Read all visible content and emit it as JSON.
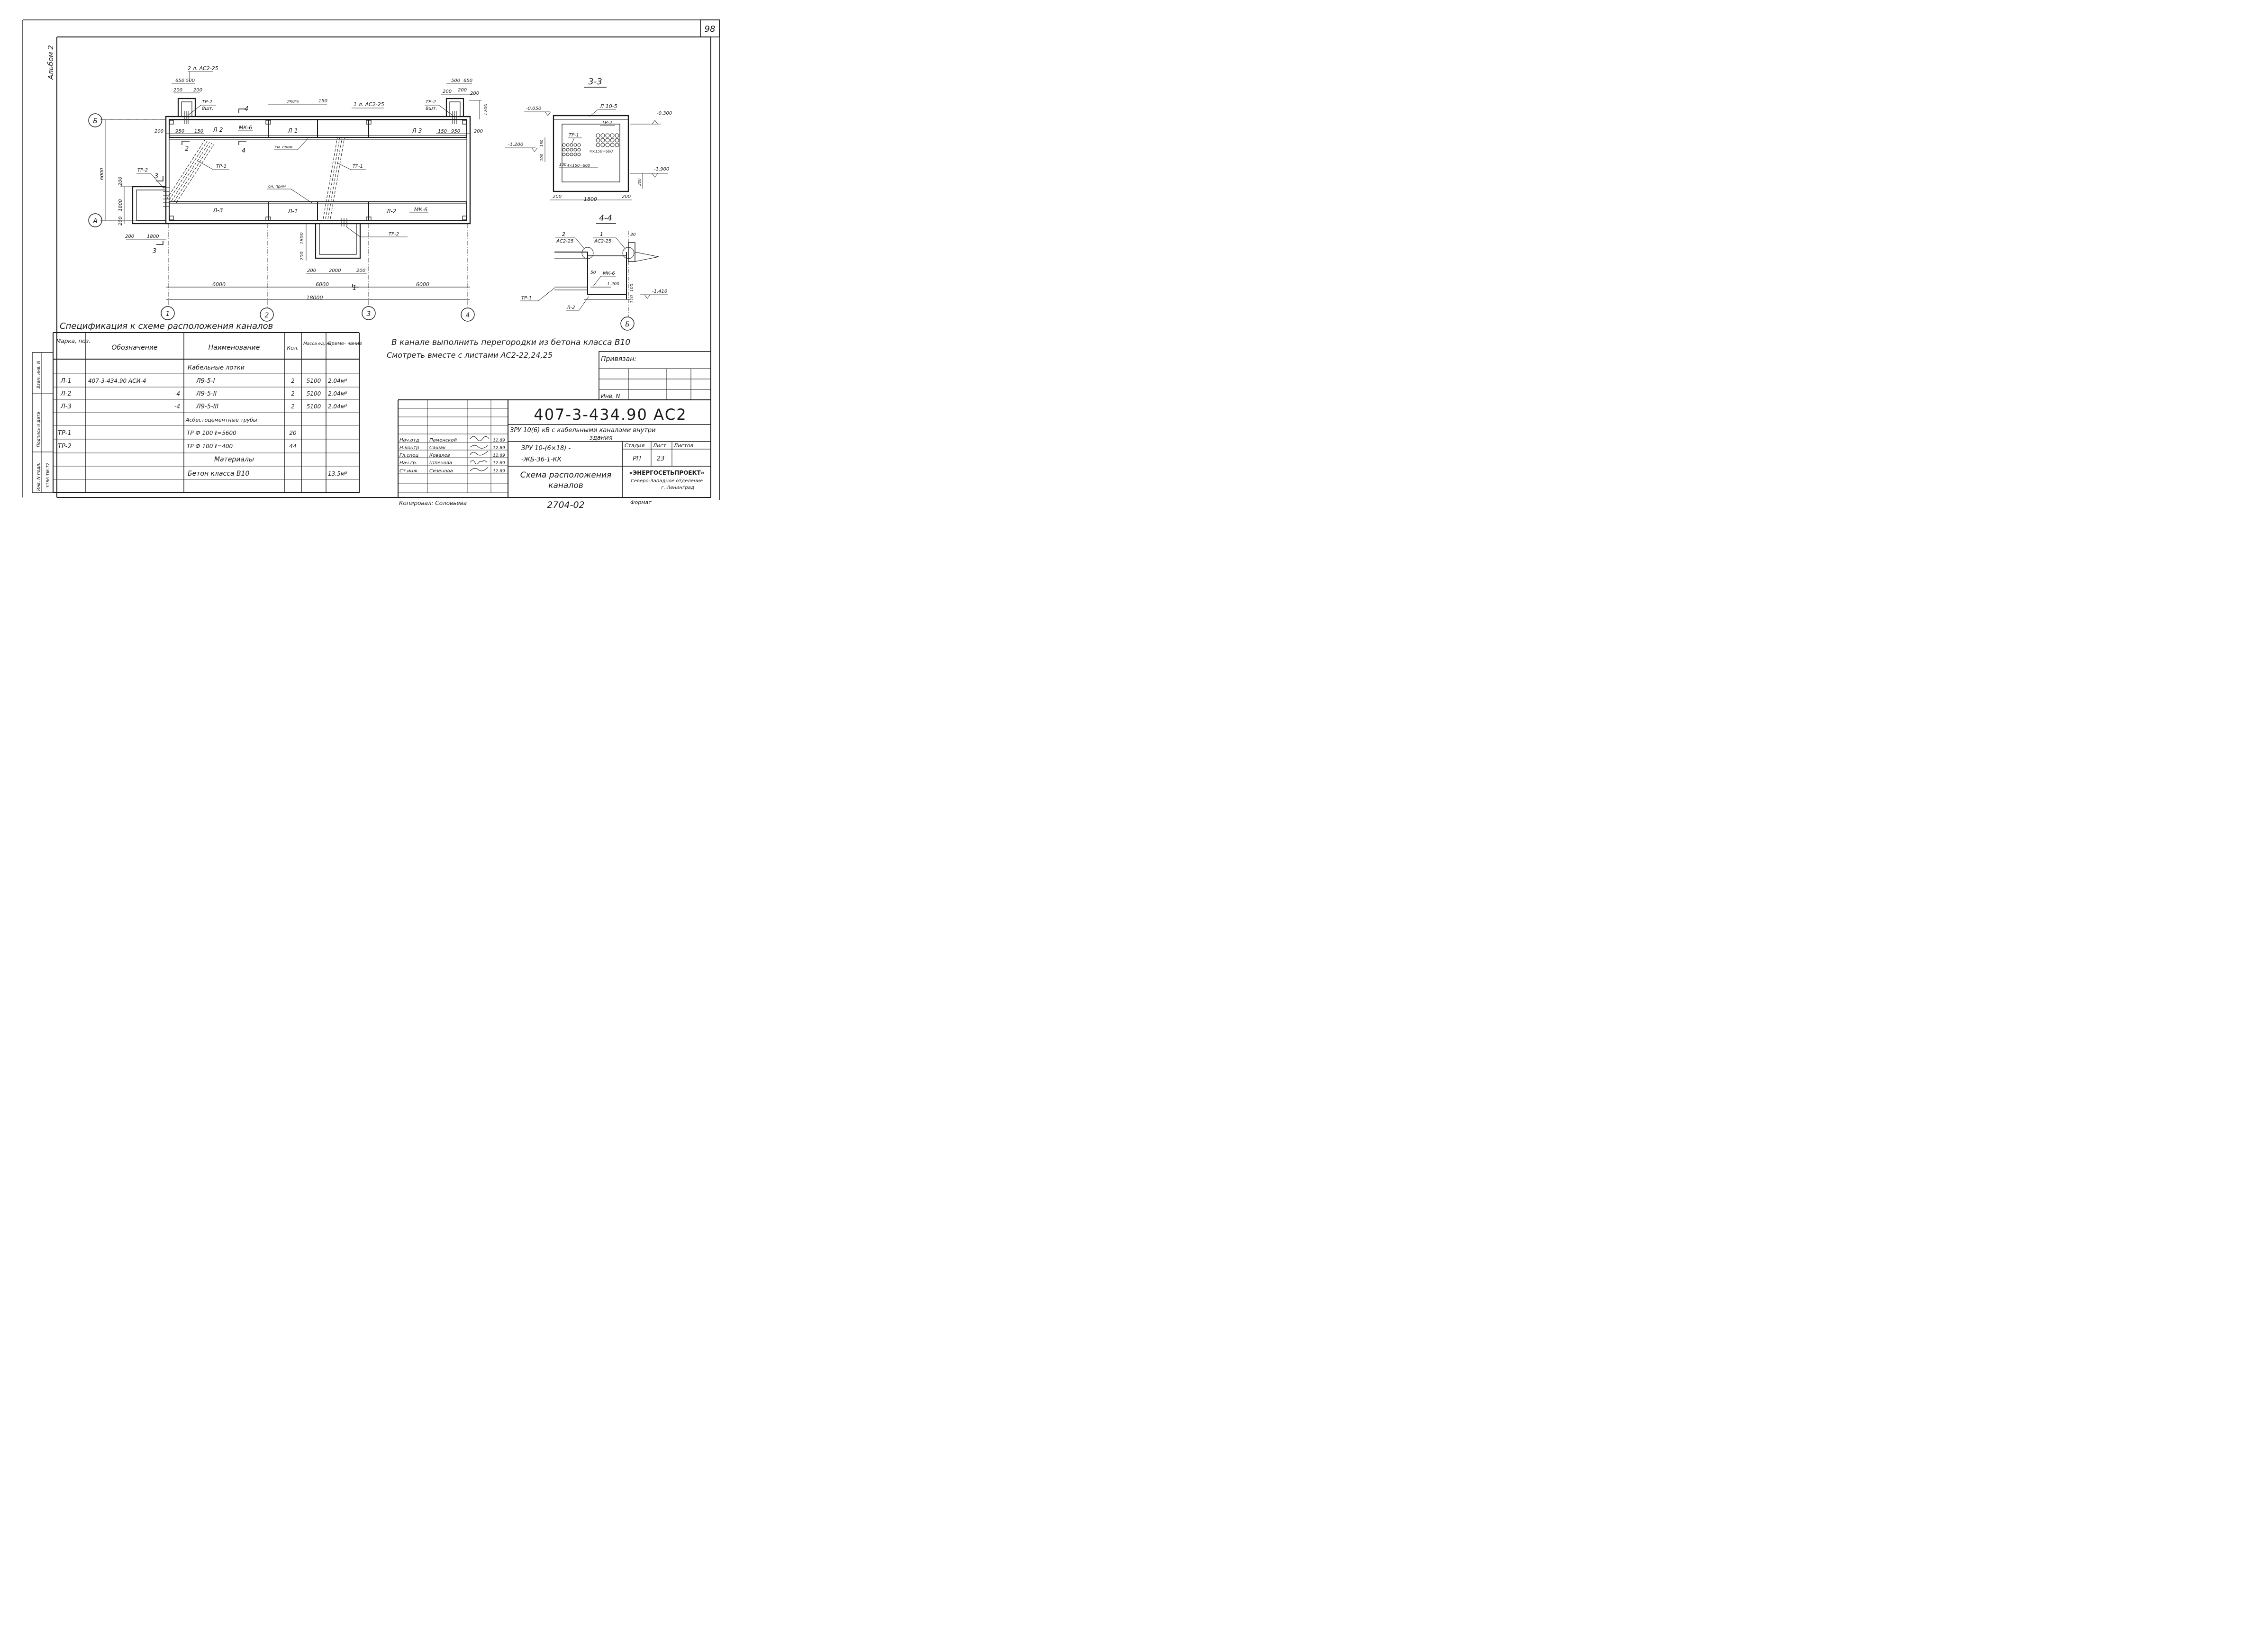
{
  "sheet_number": "98",
  "album_label": "Альбом 2",
  "plan": {
    "axis_letters": [
      "Б",
      "А"
    ],
    "axis_numbers": [
      "1",
      "2",
      "3",
      "4"
    ],
    "callouts": {
      "rebar_left": "2 л. АС2-25",
      "rebar_right": "1 л. АС2-25",
      "tr2_left": "ТР-2",
      "tr2_left_qty": "8шт.",
      "tr2_right": "ТР-2",
      "tr2_right_qty": "8шт.",
      "tr2_west": "ТР-2",
      "tr2_south": "ТР-2",
      "tr1_left": "ТР-1",
      "tr1_right": "ТР-1",
      "see_note_1": "см. прим",
      "see_note_2": "см. прим"
    },
    "sections": {
      "s2_top": "2",
      "s2_bottom": "2",
      "s4_top": "4",
      "s4_bottom": "4",
      "s3_top": "3",
      "s3_bottom": "3",
      "s1_bottom": "1"
    },
    "slabs_top": [
      "Л-2",
      "МК-6",
      "Л-1",
      "Л-3"
    ],
    "slabs_bottom": [
      "Л-3",
      "Л-1",
      "Л-2",
      "МК-6"
    ],
    "dims": {
      "d650a": "650",
      "d500a": "500",
      "d200a": "200",
      "d200b": "200",
      "d500b": "500",
      "d650b": "650",
      "d200c": "200",
      "d200d": "200",
      "d200e": "200",
      "d2925": "2925",
      "d150a": "150",
      "d1200": "1200",
      "d200f": "200",
      "d950a": "950",
      "d150b": "150",
      "d150c": "150",
      "d950b": "950",
      "d200g": "200",
      "d6000v": "6000",
      "d200h": "200",
      "d1800v": "1800",
      "d200i": "200",
      "d200j": "200",
      "d1800h": "1800",
      "d1800s": "1800",
      "d200k": "200",
      "d200l": "200",
      "d2000": "2000",
      "d200m": "200",
      "d6000a": "6000",
      "d6000b": "6000",
      "d6000c": "6000",
      "d18000": "18000"
    }
  },
  "section_3_3": {
    "title": "3-3",
    "slab": "Л 10-5",
    "lvl_top": "-0.050",
    "lvl_right": "-0.300",
    "lvl_mid": "-1.200",
    "lvl_bot": "-1.900",
    "tr1": "ТР-1",
    "tr2": "ТР-2",
    "pitch_right": "4×150=600",
    "pitch_bottom": "4×150=600",
    "d100": "100",
    "d150": "150",
    "d100b": "100",
    "d300": "300",
    "d200a": "200",
    "d1800": "1800",
    "d200b": "200"
  },
  "section_4_4": {
    "title": "4-4",
    "ref2_num": "2",
    "ref2_sheet": "АС2-25",
    "ref1_num": "1",
    "ref1_sheet": "АС2-25",
    "d30": "30",
    "d50": "50",
    "mk6": "МК-6",
    "lvl1": "-1.200",
    "d100": "100",
    "lvl2": "-1.410",
    "d110": "110",
    "tr1": "ТР-1",
    "l2": "Л-2",
    "axis": "Б"
  },
  "notes": {
    "line1": "В канале выполнить перегородки из бетона класса В10",
    "line2": "Смотреть вместе с листами АС2-22,24,25"
  },
  "spec": {
    "title": "Спецификация к схеме расположения каналов",
    "headers": [
      "Марка, поз.",
      "Обозначение",
      "Наименование",
      "Кол.",
      "Масса ед, кг",
      "Приме- чание"
    ],
    "rows": [
      [
        "",
        "",
        "Кабельные лотки",
        "",
        "",
        ""
      ],
      [
        "Л-1",
        "407-3-434.90 АСИ-4",
        "Л9-5-I",
        "2",
        "5100",
        "2.04м³"
      ],
      [
        "Л-2",
        "-4",
        "Л9-5-II",
        "2",
        "5100",
        "2.04м³"
      ],
      [
        "Л-3",
        "-4",
        "Л9-5-III",
        "2",
        "5100",
        "2.04м³"
      ],
      [
        "",
        "",
        "Асбестоцементные трубы",
        "",
        "",
        ""
      ],
      [
        "ТР-1",
        "",
        "ТР Ф 100 ℓ=5600",
        "20",
        "",
        ""
      ],
      [
        "ТР-2",
        "",
        "ТР Ф 100 ℓ=400",
        "44",
        "",
        ""
      ],
      [
        "",
        "",
        "Материалы",
        "",
        "",
        ""
      ],
      [
        "",
        "",
        "Бетон класса В10",
        "",
        "",
        "13.5м³"
      ]
    ]
  },
  "side_stamp": {
    "inv_orig": "Инв. N подл.",
    "sign_date": "Подпись и дата",
    "repl_inv": "Взам. инв. N",
    "code": "3186 ТМ-Т2"
  },
  "privyazan": {
    "label": "Привязан:",
    "inv": "Инв. N"
  },
  "title_block": {
    "designation": "407-3-434.90 АС2",
    "project_line1": "ЗРУ 10(6) кВ с кабельными каналами внутри",
    "project_line2": "здания",
    "variant_line1": "ЗРУ 10-(6×18) -",
    "variant_line2": "-ЖБ-36-1-КК",
    "sheet_title_line1": "Схема расположения",
    "sheet_title_line2": "каналов",
    "stage_label": "Стадия",
    "sheet_label": "Лист",
    "sheets_label": "Листов",
    "stage": "РП",
    "sheet": "23",
    "org_line1": "«ЭНЕРГОСЕТЬПРОЕКТ»",
    "org_line2": "Северо-Западное отделение",
    "org_line3": "г. Ленинград",
    "signers": [
      {
        "role": "Нач.отд",
        "name": "Паменской",
        "date": "12.89"
      },
      {
        "role": "Н.контр",
        "name": "Сашак",
        "date": "12.89"
      },
      {
        "role": "Гл.спец",
        "name": "Ковалев",
        "date": "12.89"
      },
      {
        "role": "Нач.гр.",
        "name": "Шпенова",
        "date": "12.89"
      },
      {
        "role": "Ст.инж.",
        "name": "Сизенова",
        "date": "12.89"
      }
    ],
    "copied": "Копировал: Соловьева",
    "order_no": "2704-02",
    "format_label": "Формат"
  }
}
